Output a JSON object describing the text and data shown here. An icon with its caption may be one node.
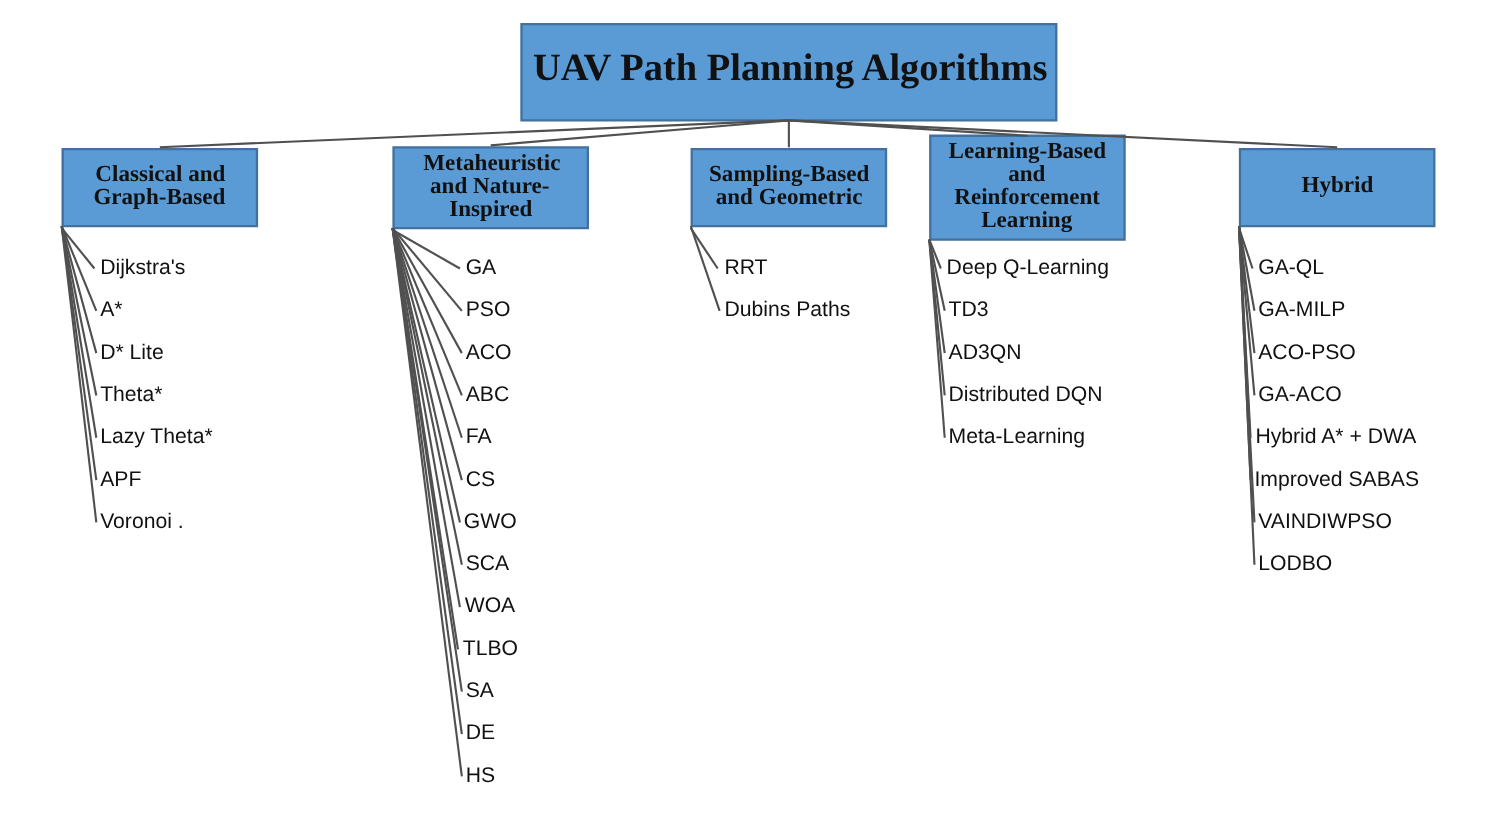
{
  "diagram": {
    "nodes": [
      {
        "text": [
          "UAV Path Planning Algorithms"
        ]
      },
      {
        "text": [
          "Classical and Graph-Based"
        ]
      },
      {
        "text": [
          "Dijkstra's"
        ]
      },
      {
        "text": [
          "A*"
        ]
      },
      {
        "text": [
          "D* Lite"
        ]
      },
      {
        "text": [
          "Theta*"
        ]
      },
      {
        "text": [
          "Lazy Theta*"
        ]
      },
      {
        "text": [
          "APF"
        ]
      },
      {
        "text": [
          "Voronoi ."
        ]
      },
      {
        "text": [
          "Metaheuristic and Nature-Inspired"
        ]
      },
      {
        "text": [
          "GA"
        ]
      },
      {
        "text": [
          "PSO"
        ]
      },
      {
        "text": [
          "ACO"
        ]
      },
      {
        "text": [
          "ABC"
        ]
      },
      {
        "text": [
          "FA"
        ]
      },
      {
        "text": [
          "CS"
        ]
      },
      {
        "text": [
          "GWO"
        ]
      },
      {
        "text": [
          "SCA"
        ]
      },
      {
        "text": [
          "WOA"
        ]
      },
      {
        "text": [
          "TLBO"
        ]
      },
      {
        "text": [
          "SA"
        ]
      },
      {
        "text": [
          "DE"
        ]
      },
      {
        "text": [
          "HS"
        ]
      },
      {
        "text": [
          "Sampling-Based and Geometric"
        ]
      },
      {
        "text": [
          "RRT"
        ]
      },
      {
        "text": [
          "Dubins Paths"
        ]
      },
      {
        "text": [
          "Learning-Based and Reinforcement Learning"
        ]
      },
      {
        "text": [
          "Deep Q-Learning"
        ]
      },
      {
        "text": [
          "TD3"
        ]
      },
      {
        "text": [
          "AD3QN"
        ]
      },
      {
        "text": [
          "Distributed DQN"
        ]
      },
      {
        "text": [
          "Meta-Learning"
        ]
      },
      {
        "text": [
          "Hybrid"
        ]
      },
      {
        "text": [
          "GA-QL"
        ]
      },
      {
        "text": [
          "GA-MILP"
        ]
      },
      {
        "text": [
          "ACO-PSO"
        ]
      },
      {
        "text": [
          "GA-ACO"
        ]
      },
      {
        "text": [
          "Hybrid A* + DWA"
        ]
      },
      {
        "text": [
          "Improved SABAS"
        ]
      },
      {
        "text": [
          "VAINDIWPSO"
        ]
      },
      {
        "text": [
          "LODBO"
        ]
      }
    ],
    "edges": [
      {
        "from": 0,
        "to": 1,
        "arrow": "none"
      },
      {
        "from": 0,
        "to": 9,
        "arrow": "none"
      },
      {
        "from": 0,
        "to": 23,
        "arrow": "none"
      },
      {
        "from": 0,
        "to": 26,
        "arrow": "none"
      },
      {
        "from": 0,
        "to": 32,
        "arrow": "none"
      },
      {
        "from": 1,
        "to": 2,
        "arrow": "none"
      },
      {
        "from": 1,
        "to": 3,
        "arrow": "none"
      },
      {
        "from": 1,
        "to": 4,
        "arrow": "none"
      },
      {
        "from": 1,
        "to": 5,
        "arrow": "none"
      },
      {
        "from": 1,
        "to": 6,
        "arrow": "none"
      },
      {
        "from": 1,
        "to": 7,
        "arrow": "none"
      },
      {
        "from": 1,
        "to": 8,
        "arrow": "none"
      },
      {
        "from": 9,
        "to": 10,
        "arrow": "none"
      },
      {
        "from": 9,
        "to": 11,
        "arrow": "none"
      },
      {
        "from": 9,
        "to": 12,
        "arrow": "none"
      },
      {
        "from": 9,
        "to": 13,
        "arrow": "none"
      },
      {
        "from": 9,
        "to": 14,
        "arrow": "none"
      },
      {
        "from": 9,
        "to": 15,
        "arrow": "none"
      },
      {
        "from": 9,
        "to": 16,
        "arrow": "none"
      },
      {
        "from": 9,
        "to": 17,
        "arrow": "none"
      },
      {
        "from": 9,
        "to": 18,
        "arrow": "none"
      },
      {
        "from": 9,
        "to": 19,
        "arrow": "none"
      },
      {
        "from": 9,
        "to": 20,
        "arrow": "none"
      },
      {
        "from": 9,
        "to": 21,
        "arrow": "none"
      },
      {
        "from": 9,
        "to": 22,
        "arrow": "none"
      },
      {
        "from": 23,
        "to": 24,
        "arrow": "none"
      },
      {
        "from": 23,
        "to": 25,
        "arrow": "none"
      },
      {
        "from": 26,
        "to": 27,
        "arrow": "none"
      },
      {
        "from": 26,
        "to": 28,
        "arrow": "none"
      },
      {
        "from": 26,
        "to": 29,
        "arrow": "none"
      },
      {
        "from": 26,
        "to": 30,
        "arrow": "none"
      },
      {
        "from": 26,
        "to": 31,
        "arrow": "none"
      },
      {
        "from": 32,
        "to": 33,
        "arrow": "none"
      },
      {
        "from": 32,
        "to": 34,
        "arrow": "none"
      },
      {
        "from": 32,
        "to": 35,
        "arrow": "none"
      },
      {
        "from": 32,
        "to": 36,
        "arrow": "none"
      },
      {
        "from": 32,
        "to": 37,
        "arrow": "none"
      },
      {
        "from": 32,
        "to": 38,
        "arrow": "none"
      },
      {
        "from": 32,
        "to": 39,
        "arrow": "none"
      },
      {
        "from": 32,
        "to": 40,
        "arrow": "none"
      }
    ]
  }
}
